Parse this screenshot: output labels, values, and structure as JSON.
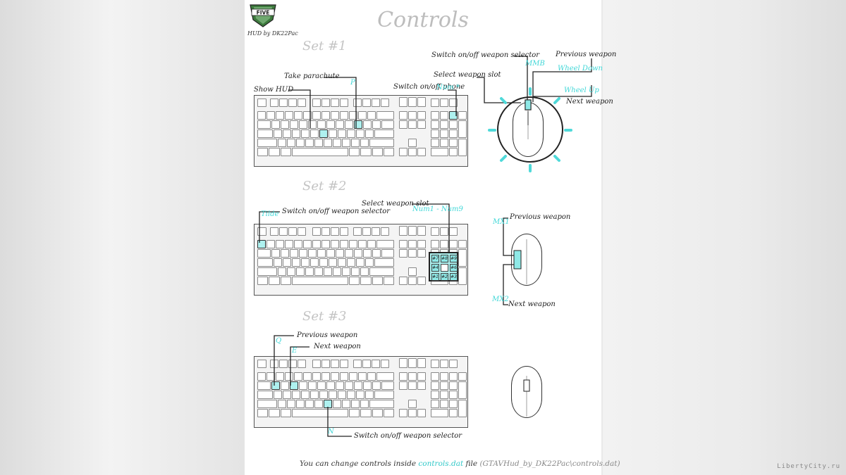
{
  "title": "Controls",
  "byline": "HUD by DK22Pac",
  "logo_text": "FIVE",
  "watermark": "LibertyCity.ru",
  "colors": {
    "accent": "#41d7d7",
    "key_fill": "#aef1ef",
    "title": "#bdbdbd"
  },
  "sets": [
    {
      "name": "Set #1",
      "labels": {
        "show_hud": "Show HUD",
        "take_parachute": "Take parachute",
        "switch_phone": "Switch on/off phone",
        "select_weapon_slot": "Select weapon slot",
        "switch_weapon_selector": "Switch on/off weapon selector",
        "previous_weapon": "Previous weapon",
        "next_weapon": "Next weapon"
      },
      "keys": {
        "p": "P",
        "num_star": "Num *",
        "mmb": "MMB",
        "wheel_down": "Wheel Down",
        "wheel_up": "Wheel Up"
      }
    },
    {
      "name": "Set #2",
      "labels": {
        "switch_weapon_selector": "Switch on/off weapon selector",
        "select_weapon_slot": "Select weapon slot",
        "previous_weapon": "Previous weapon",
        "next_weapon": "Next weapon"
      },
      "keys": {
        "tilde": "Tilde",
        "num_range": "Num1 - Num9",
        "mx1": "MX1",
        "mx2": "MX2"
      },
      "numpad": [
        "#7",
        "#8",
        "#9",
        "#4",
        "",
        "#6",
        "#1",
        "#2",
        "#3"
      ]
    },
    {
      "name": "Set #3",
      "labels": {
        "previous_weapon": "Previous weapon",
        "next_weapon": "Next weapon",
        "switch_weapon_selector": "Switch on/off weapon selector"
      },
      "keys": {
        "q": "Q",
        "e": "E",
        "n": "N"
      }
    }
  ],
  "footer": {
    "prefix": "You can change controls inside ",
    "file": "controls.dat",
    "middle": " file ",
    "path": "(GTAVHud_by_DK22Pac\\controls.dat)"
  }
}
